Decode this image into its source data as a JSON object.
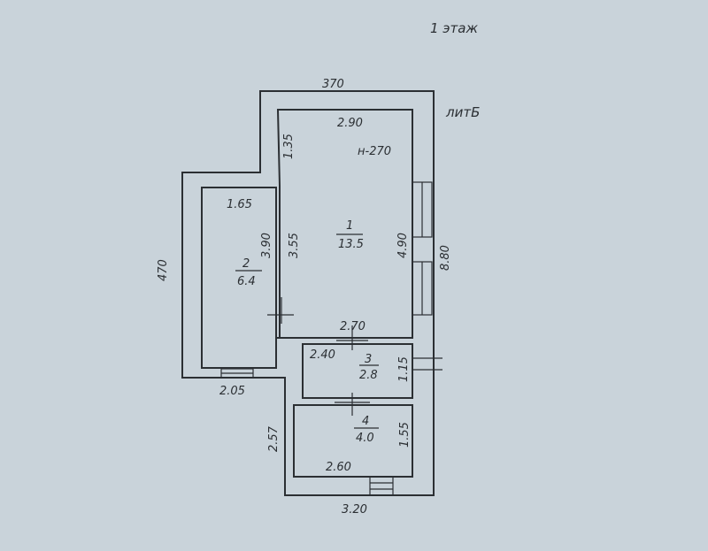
{
  "header": {
    "floor": "1 этаж",
    "lit": "литБ"
  },
  "dims": {
    "top_outer": "370",
    "left_outer": "470",
    "right_outer": "8.80",
    "bottom_outer": "3.20",
    "room2_bottom": "2.05",
    "room4_left": "2.57"
  },
  "rooms": {
    "r1": {
      "num": "1",
      "area": "13.5",
      "width": "2.90",
      "depth": "4.90",
      "side": "3.55",
      "top_side": "1.35",
      "height": "н-270",
      "bottom": "2.70"
    },
    "r2": {
      "num": "2",
      "area": "6.4",
      "width": "1.65",
      "depth": "3.90"
    },
    "r3": {
      "num": "3",
      "area": "2.8",
      "width": "2.40",
      "depth": "1.15"
    },
    "r4": {
      "num": "4",
      "area": "4.0",
      "width": "2.60",
      "depth": "1.55"
    }
  }
}
